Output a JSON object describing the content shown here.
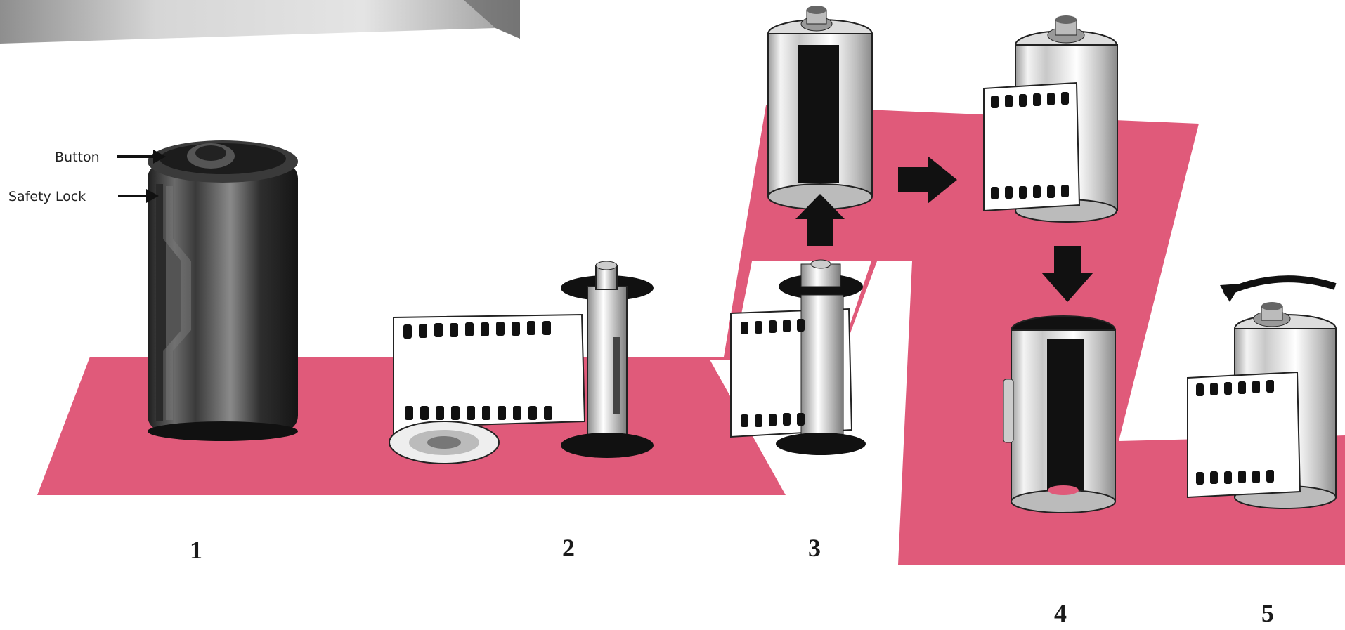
{
  "callouts": {
    "button": "Button",
    "safety_lock": "Safety Lock"
  },
  "steps": [
    {
      "label": "1",
      "depicts": "assembled film cartridge"
    },
    {
      "label": "2",
      "depicts": "film wound on spool"
    },
    {
      "label": "3",
      "depicts": "spool inserted into shell"
    },
    {
      "label": "4",
      "depicts": "outer sleeve fitted"
    },
    {
      "label": "5",
      "depicts": "sleeve rotated to lock"
    }
  ],
  "colors": {
    "band": "#e05a7a",
    "metal_dark": "#2c2c2c",
    "metal_light": "#e8e8e8",
    "ink": "#111111",
    "background": "#ffffff"
  }
}
